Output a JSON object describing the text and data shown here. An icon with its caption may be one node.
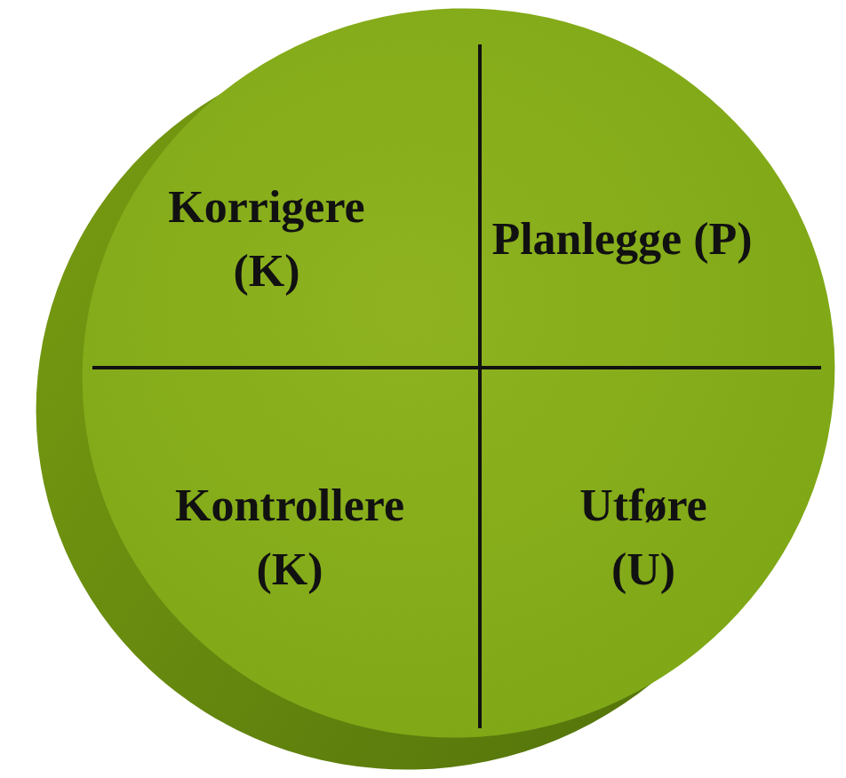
{
  "diagram": {
    "nodes": [
      {
        "text": [],
        "shape": "circle"
      },
      {
        "text": [
          "Korrigere (K)"
        ],
        "in": 0
      },
      {
        "text": [
          "Planlegge (P)"
        ],
        "in": 0
      },
      {
        "text": [
          "Kontrollere (K)"
        ],
        "in": 0
      },
      {
        "text": [
          "Utføre (U)"
        ],
        "in": 0
      }
    ]
  }
}
